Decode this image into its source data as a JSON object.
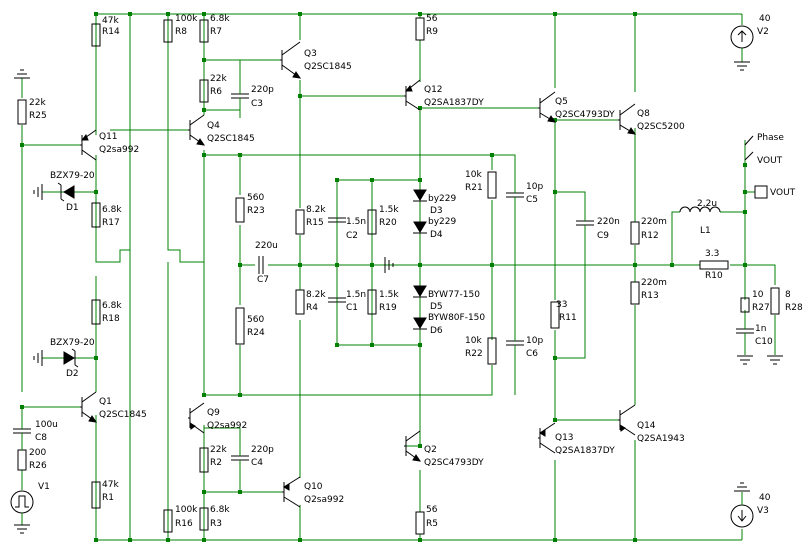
{
  "resistors": [
    {
      "id": "r14",
      "ref": "R14",
      "value": "47k"
    },
    {
      "id": "r8",
      "ref": "R8",
      "value": "100k"
    },
    {
      "id": "r7",
      "ref": "R7",
      "value": "6.8k"
    },
    {
      "id": "r6",
      "ref": "R6",
      "value": "22k"
    },
    {
      "id": "r9",
      "ref": "R9",
      "value": "56"
    },
    {
      "id": "r25",
      "ref": "R25",
      "value": "22k"
    },
    {
      "id": "r17",
      "ref": "R17",
      "value": "6.8k"
    },
    {
      "id": "r23",
      "ref": "R23",
      "value": "560"
    },
    {
      "id": "r15",
      "ref": "R15",
      "value": "8.2k"
    },
    {
      "id": "r20",
      "ref": "R20",
      "value": "1.5k"
    },
    {
      "id": "r21",
      "ref": "R21",
      "value": "10k"
    },
    {
      "id": "r12",
      "ref": "R12",
      "value": "220m"
    },
    {
      "id": "r10",
      "ref": "R10",
      "value": "3.3"
    },
    {
      "id": "r13",
      "ref": "R13",
      "value": "220m"
    },
    {
      "id": "r27",
      "ref": "R27",
      "value": "10"
    },
    {
      "id": "r28",
      "ref": "R28",
      "value": "8"
    },
    {
      "id": "r18",
      "ref": "R18",
      "value": "6.8k"
    },
    {
      "id": "r24",
      "ref": "R24",
      "value": "560"
    },
    {
      "id": "r4",
      "ref": "R4",
      "value": "8.2k"
    },
    {
      "id": "r19",
      "ref": "R19",
      "value": "1.5k"
    },
    {
      "id": "r22",
      "ref": "R22",
      "value": "10k"
    },
    {
      "id": "r11",
      "ref": "R11",
      "value": "33"
    },
    {
      "id": "r26",
      "ref": "R26",
      "value": "200"
    },
    {
      "id": "r1",
      "ref": "R1",
      "value": "47k"
    },
    {
      "id": "r2",
      "ref": "R2",
      "value": "22k"
    },
    {
      "id": "r16",
      "ref": "R16",
      "value": "100k"
    },
    {
      "id": "r3",
      "ref": "R3",
      "value": "6.8k"
    },
    {
      "id": "r5",
      "ref": "R5",
      "value": "56"
    }
  ],
  "capacitors": [
    {
      "id": "c3",
      "ref": "C3",
      "value": "220p"
    },
    {
      "id": "c2",
      "ref": "C2",
      "value": "1.5n"
    },
    {
      "id": "c5",
      "ref": "C5",
      "value": "10p"
    },
    {
      "id": "c7",
      "ref": "C7",
      "value": "220u"
    },
    {
      "id": "c9",
      "ref": "C9",
      "value": "220n"
    },
    {
      "id": "c1",
      "ref": "C1",
      "value": "1.5n"
    },
    {
      "id": "c6",
      "ref": "C6",
      "value": "10p"
    },
    {
      "id": "c10",
      "ref": "C10",
      "value": "1n"
    },
    {
      "id": "c8",
      "ref": "C8",
      "value": "100u"
    },
    {
      "id": "c4",
      "ref": "C4",
      "value": "220p"
    }
  ],
  "transistors": [
    {
      "id": "q3",
      "ref": "Q3",
      "model": "Q2SC1845"
    },
    {
      "id": "q12",
      "ref": "Q12",
      "model": "Q2SA1837DY"
    },
    {
      "id": "q5",
      "ref": "Q5",
      "model": "Q2SC4793DY"
    },
    {
      "id": "q8",
      "ref": "Q8",
      "model": "Q2SC5200"
    },
    {
      "id": "q11",
      "ref": "Q11",
      "model": "Q2sa992"
    },
    {
      "id": "q4",
      "ref": "Q4",
      "model": "Q2SC1845"
    },
    {
      "id": "q1",
      "ref": "Q1",
      "model": "Q2SC1845"
    },
    {
      "id": "q9",
      "ref": "Q9",
      "model": "Q2sa992"
    },
    {
      "id": "q2",
      "ref": "Q2",
      "model": "Q2SC4793DY"
    },
    {
      "id": "q13",
      "ref": "Q13",
      "model": "Q2SA1837DY"
    },
    {
      "id": "q14",
      "ref": "Q14",
      "model": "Q2SA1943"
    },
    {
      "id": "q10",
      "ref": "Q10",
      "model": "Q2sa992"
    }
  ],
  "diodes": [
    {
      "id": "d1",
      "ref": "D1",
      "model": "BZX79-20"
    },
    {
      "id": "d2",
      "ref": "D2",
      "model": "BZX79-20"
    },
    {
      "id": "d3",
      "ref": "D3",
      "model": "by229"
    },
    {
      "id": "d4",
      "ref": "D4",
      "model": "by229"
    },
    {
      "id": "d5",
      "ref": "D5",
      "model": "BYW77-150"
    },
    {
      "id": "d6",
      "ref": "D6",
      "model": "BYW80F-150"
    }
  ],
  "sources": [
    {
      "id": "v2",
      "ref": "V2",
      "value": "40"
    },
    {
      "id": "v3",
      "ref": "V3",
      "value": "40"
    },
    {
      "id": "v1",
      "ref": "V1",
      "value": ""
    }
  ],
  "inductor": {
    "ref": "L1",
    "value": "2.2u"
  },
  "probes": {
    "phase": "Phase",
    "vout1": "VOUT",
    "vout2": "VOUT"
  },
  "colors": {
    "wire": "#008000",
    "component": "#000000",
    "background": "#ffffff"
  }
}
